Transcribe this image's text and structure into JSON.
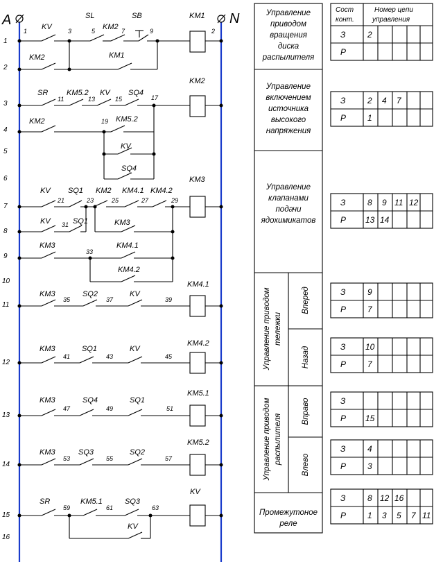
{
  "buses": {
    "left": "A",
    "right": "N"
  },
  "row_labels": [
    "1",
    "2",
    "3",
    "4",
    "5",
    "6",
    "7",
    "8",
    "9",
    "10",
    "11",
    "12",
    "13",
    "14",
    "15",
    "16"
  ],
  "components": {
    "r1": [
      "KV",
      "SL",
      "KM2",
      "SB",
      "KM1"
    ],
    "r2": [
      "KM2",
      "KM1"
    ],
    "r3": [
      "SR",
      "KM5.2",
      "KV",
      "SQ4",
      "KM2"
    ],
    "r4": [
      "KM2",
      "KM5.2"
    ],
    "r5": [
      "KV"
    ],
    "r6": [
      "SQ4"
    ],
    "r7": [
      "KV",
      "SQ1",
      "KM2",
      "KM4.1",
      "KM4.2",
      "KM3"
    ],
    "r8": [
      "KV",
      "SQ1",
      "KM3"
    ],
    "r9": [
      "KM3",
      "KM4.1"
    ],
    "r10": [
      "KM4.2"
    ],
    "r11": [
      "KM3",
      "SQ2",
      "KV",
      "KM4.1"
    ],
    "r12": [
      "KM3",
      "SQ1",
      "KV",
      "KM4.2"
    ],
    "r13": [
      "KM3",
      "SQ4",
      "SQ1",
      "KM5.1"
    ],
    "r14": [
      "KM3",
      "SQ3",
      "SQ2",
      "KM5.2"
    ],
    "r15": [
      "SR",
      "KM5.1",
      "SQ3",
      "KV"
    ],
    "r16": [
      "KV"
    ]
  },
  "nodes": [
    "1",
    "2",
    "3",
    "5",
    "7",
    "9",
    "11",
    "13",
    "15",
    "17",
    "19",
    "21",
    "23",
    "25",
    "27",
    "29",
    "31",
    "33",
    "35",
    "37",
    "39",
    "41",
    "43",
    "45",
    "47",
    "49",
    "51",
    "53",
    "55",
    "57",
    "59",
    "61",
    "63"
  ],
  "descriptions": {
    "d1": [
      "Управление",
      "приводом",
      "вращения",
      "диска",
      "распылителя"
    ],
    "d2": [
      "Управление",
      "включением",
      "источника",
      "высокого",
      "напряжения"
    ],
    "d3": [
      "Управление",
      "клапанами",
      "подачи",
      "ядохимикатов"
    ],
    "d4": [
      "Управление приводом",
      "тележки"
    ],
    "d4a": "Вперед",
    "d4b": "Назад",
    "d5": [
      "Управление приводом",
      "распылителя"
    ],
    "d5a": "Вправо",
    "d5b": "Влево",
    "d6": [
      "Промежутоное",
      "реле"
    ]
  },
  "contact_header": {
    "state": [
      "Сост",
      "конт."
    ],
    "circuit": [
      "Номер цепи",
      "управления"
    ]
  },
  "contact_tables": [
    {
      "z": [
        "2"
      ],
      "p": []
    },
    {
      "z": [
        "2",
        "4",
        "7"
      ],
      "p": [
        "1"
      ]
    },
    {
      "z": [
        "8",
        "9",
        "11",
        "12"
      ],
      "p": [
        "13",
        "14"
      ]
    },
    {
      "z": [
        "9"
      ],
      "p": [
        "7"
      ]
    },
    {
      "z": [
        "10"
      ],
      "p": [
        "7"
      ]
    },
    {
      "z": [],
      "p": [
        "15"
      ]
    },
    {
      "z": [
        "4"
      ],
      "p": [
        "3"
      ]
    },
    {
      "z": [
        "8",
        "12",
        "16"
      ],
      "p": [
        "1",
        "3",
        "5",
        "7",
        "11"
      ]
    }
  ],
  "state_labels": {
    "z": "З",
    "p": "Р"
  }
}
